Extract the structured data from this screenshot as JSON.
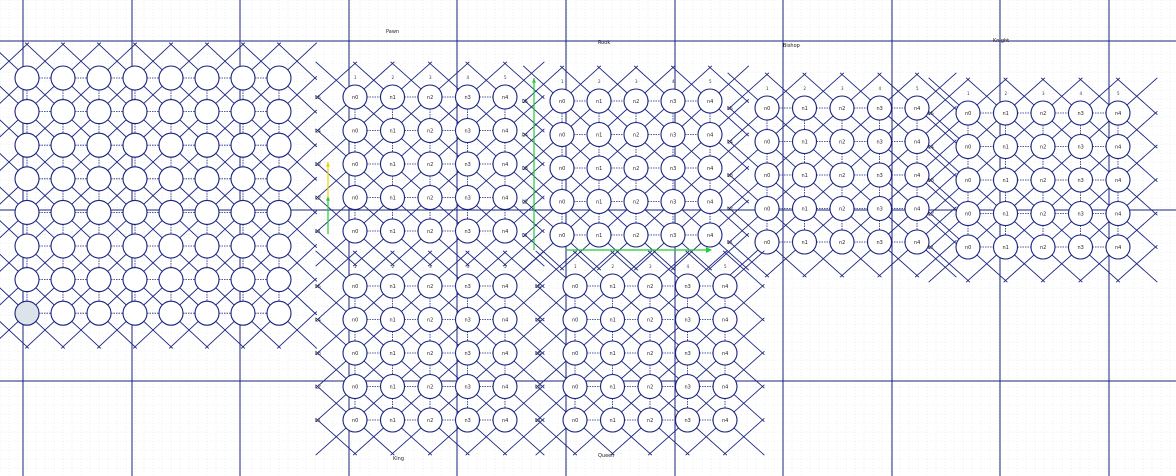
{
  "colors": {
    "background": "#ffffff",
    "grid_minor": "#dfe6ea",
    "grid_major": "#1a237e",
    "node_stroke": "#1a237e",
    "node_fill": "#ffffff",
    "node_selected_fill": "#dce3ea",
    "edge": "#1a237e",
    "green_arrow": "#22cc33",
    "yellow_arrow": "#e8d400"
  },
  "board": {
    "name": "main-board",
    "rows": 8,
    "cols": 8,
    "selected_node": "bottom-left"
  },
  "panels": [
    {
      "id": "pawn",
      "title": "Pawn",
      "row_labels": [
        "L5",
        "L4",
        "L2",
        "L2",
        "L1"
      ],
      "col_labels": [
        "1",
        "2",
        "3",
        "4",
        "5"
      ],
      "node_labels": [
        [
          "n0",
          "n1",
          "n2",
          "n3",
          "n4"
        ],
        [
          "n0",
          "n1",
          "n2",
          "n3",
          "n4"
        ],
        [
          "n0",
          "n1",
          "n2",
          "n3",
          "n4"
        ],
        [
          "n0",
          "n1",
          "n2",
          "n3",
          "n4"
        ],
        [
          "n0",
          "n1",
          "n2",
          "n3",
          "n4"
        ]
      ]
    },
    {
      "id": "rook",
      "title": "Rook",
      "row_labels": [
        "L5",
        "L4",
        "L3",
        "L2",
        "L1"
      ],
      "col_labels": [
        "1",
        "2",
        "3",
        "4",
        "5"
      ],
      "node_labels": [
        [
          "n0",
          "n1",
          "n2",
          "n3",
          "n4"
        ],
        [
          "n0",
          "n1",
          "n2",
          "n3",
          "n4"
        ],
        [
          "n0",
          "n1",
          "n2",
          "n3",
          "n4"
        ],
        [
          "n0",
          "n1",
          "n2",
          "n3",
          "n4"
        ],
        [
          "n0",
          "n1",
          "n2",
          "n3",
          "n4"
        ]
      ]
    },
    {
      "id": "bishop",
      "title": "Bishop",
      "row_labels": [
        "L5",
        "L4",
        "L3",
        "L2",
        "L1"
      ],
      "col_labels": [
        "1",
        "2",
        "3",
        "4",
        "5"
      ],
      "node_labels": [
        [
          "n0",
          "n1",
          "n2",
          "n3",
          "n4"
        ],
        [
          "n0",
          "n1",
          "n2",
          "n3",
          "n4"
        ],
        [
          "n0",
          "n1",
          "n2",
          "n3",
          "n4"
        ],
        [
          "n0",
          "n1",
          "n2",
          "n3",
          "n4"
        ],
        [
          "n0",
          "n1",
          "n2",
          "n3",
          "n4"
        ]
      ]
    },
    {
      "id": "knight",
      "title": "Knight",
      "row_labels": [
        "L5",
        "L4",
        "L3",
        "L2",
        "L1"
      ],
      "col_labels": [
        "1",
        "2",
        "3",
        "4",
        "5"
      ],
      "node_labels": [
        [
          "n0",
          "n1",
          "n2",
          "n3",
          "n4"
        ],
        [
          "n0",
          "n1",
          "n2",
          "n3",
          "n4"
        ],
        [
          "n0",
          "n1",
          "n2",
          "n3",
          "n4"
        ],
        [
          "n0",
          "n1",
          "n2",
          "n3",
          "n4"
        ],
        [
          "n0",
          "n1",
          "n2",
          "n3",
          "n4"
        ]
      ]
    },
    {
      "id": "king",
      "title": "King",
      "row_labels": [
        "L5",
        "L4",
        "L3",
        "L2",
        "L1"
      ],
      "col_labels": [
        "1",
        "2",
        "3",
        "4",
        "5"
      ],
      "node_labels": [
        [
          "n0",
          "n1",
          "n2",
          "n3",
          "n4"
        ],
        [
          "n0",
          "n1",
          "n2",
          "n3",
          "n4"
        ],
        [
          "n0",
          "n1",
          "n2",
          "n3",
          "n4"
        ],
        [
          "n0",
          "n1",
          "n2",
          "n3",
          "n4"
        ],
        [
          "n0",
          "n1",
          "n2",
          "n3",
          "n4"
        ]
      ]
    },
    {
      "id": "queen",
      "title": "Queen",
      "row_labels": [
        "L5",
        "L4",
        "L3",
        "L2",
        "L1"
      ],
      "col_labels": [
        "1",
        "2",
        "3",
        "4",
        "5"
      ],
      "node_labels": [
        [
          "n0",
          "n1",
          "n2",
          "n3",
          "n4"
        ],
        [
          "n0",
          "n1",
          "n2",
          "n3",
          "n4"
        ],
        [
          "n0",
          "n1",
          "n2",
          "n3",
          "n4"
        ],
        [
          "n0",
          "n1",
          "n2",
          "n3",
          "n4"
        ],
        [
          "n0",
          "n1",
          "n2",
          "n3",
          "n4"
        ]
      ]
    }
  ]
}
